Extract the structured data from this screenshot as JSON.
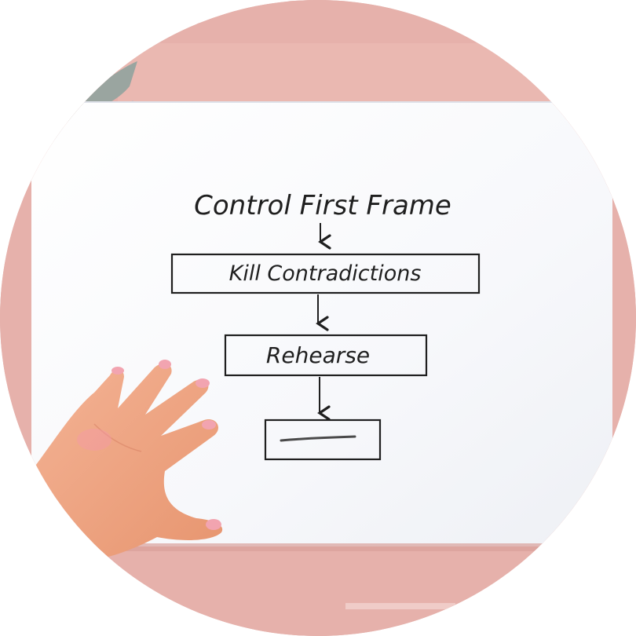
{
  "diagram": {
    "title": "Control First Frame",
    "steps": [
      {
        "label": "Kill Contradictions"
      },
      {
        "label": "Rehearse"
      },
      {
        "label": ""
      }
    ]
  },
  "colors": {
    "background": "#e4aea8",
    "paper": "#fbfbfd",
    "ink": "#1f1f1f",
    "skin": "#f0a989"
  }
}
